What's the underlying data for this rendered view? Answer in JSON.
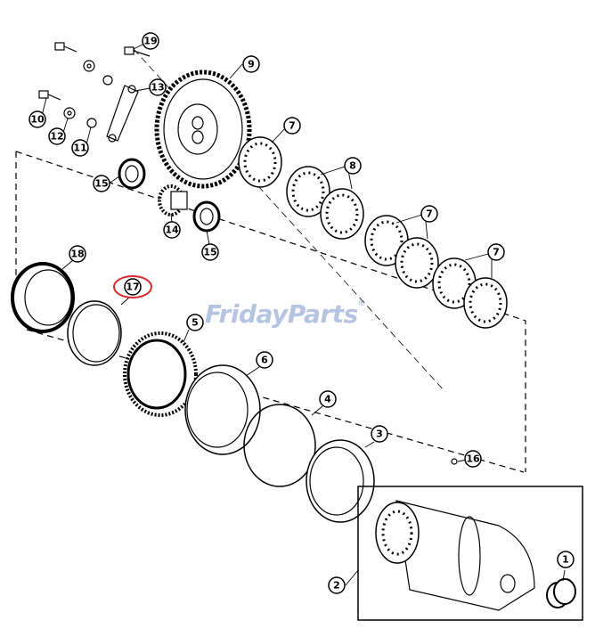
{
  "watermark": {
    "text_left": "Friday",
    "text_right": "Parts",
    "registered": "®"
  },
  "callouts": {
    "c1": "1",
    "c2": "2",
    "c3": "3",
    "c4": "4",
    "c5": "5",
    "c6": "6",
    "c7a": "7",
    "c7b": "7",
    "c7c": "7",
    "c8": "8",
    "c9": "9",
    "c10": "10",
    "c11": "11",
    "c12": "12",
    "c13": "13",
    "c14": "14",
    "c15a": "15",
    "c15b": "15",
    "c16": "16",
    "c17": "17",
    "c18": "18",
    "c19": "19"
  },
  "highlight": {
    "part": "17",
    "color": "#d62b2b"
  },
  "colors": {
    "line": "#000000",
    "watermark_blue": "#7896c8",
    "watermark_orange": "#f0a030"
  }
}
